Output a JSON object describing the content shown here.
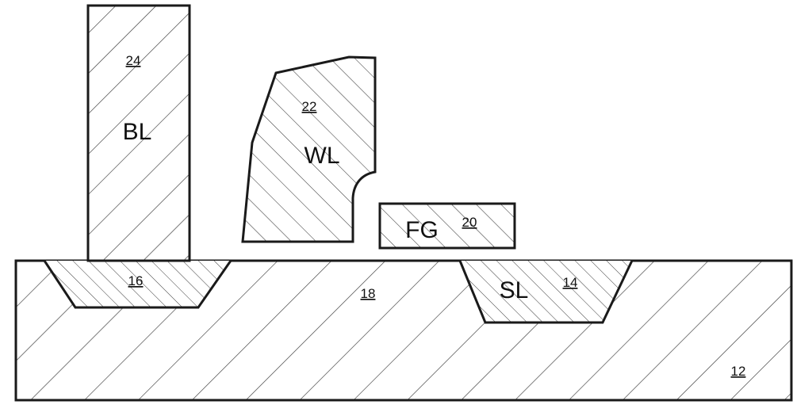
{
  "labels": {
    "substrate": "12",
    "channel": "18",
    "drain_ref": "16",
    "source_name": "SL",
    "source_ref": "14",
    "floating_gate_name": "FG",
    "floating_gate_ref": "20",
    "word_line_name": "WL",
    "word_line_ref": "22",
    "bit_line_name": "BL",
    "bit_line_ref": "24"
  },
  "colors": {
    "stroke": "#1a1a1a",
    "hatch": "#3a3a3a",
    "background": "#ffffff"
  }
}
